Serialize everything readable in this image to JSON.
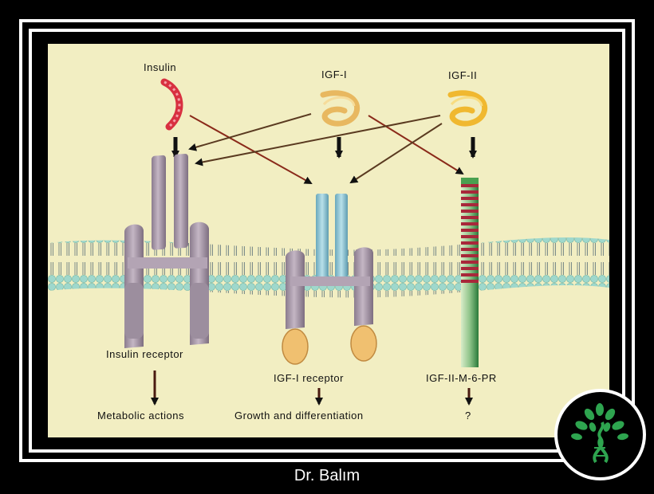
{
  "ligands": {
    "insulin": "Insulin",
    "igf1": "IGF-I",
    "igf2": "IGF-II"
  },
  "receptors": {
    "insulin_receptor": "Insulin receptor",
    "igf1_receptor": "IGF-I receptor",
    "igf2_m6p_receptor": "IGF-II-M-6-PR"
  },
  "outcomes": {
    "insulin": "Metabolic actions",
    "igf1": "Growth and differentiation",
    "igf2": "?"
  },
  "footer": {
    "author": "Dr. Balım"
  },
  "colors": {
    "background": "#f2eec2",
    "membrane": "#8fd0c4",
    "insulin_receptor": "#a89aaa",
    "igf1_receptor_alpha": "#8ec4d4",
    "igf1_receptor_beta": "#b0a2ae",
    "igf1_receptor_kinase": "#f0c070",
    "igf2_receptor_stripe": "#a8283a",
    "igf2_receptor_stem": "#3a9a4a",
    "logo_green": "#2ea44f"
  },
  "icons": {
    "logo": "dna-tree-logo-icon"
  }
}
